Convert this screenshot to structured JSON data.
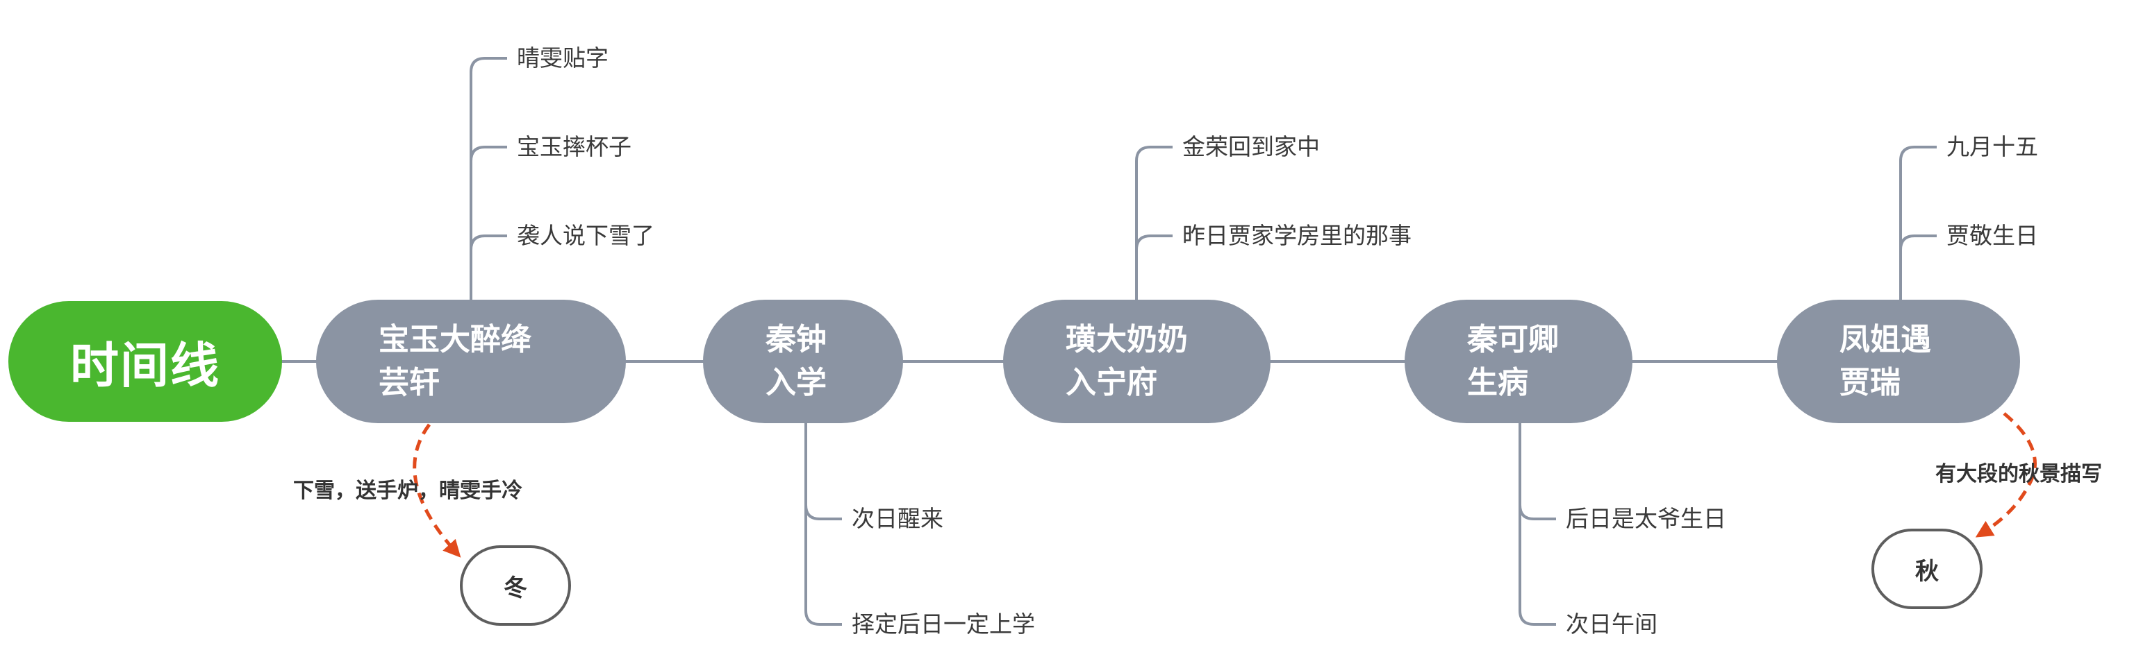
{
  "root": {
    "label": "时间线",
    "color": "#4ab72f"
  },
  "events": [
    {
      "line1": "宝玉大醉绛",
      "line2": "芸轩",
      "details": [
        "晴雯贴字",
        "宝玉摔杯子",
        "袭人说下雪了"
      ]
    },
    {
      "line1": "秦钟",
      "line2": "入学",
      "details": [
        "次日醒来",
        "择定后日一定上学"
      ]
    },
    {
      "line1": "璜大奶奶",
      "line2": "入宁府",
      "details": [
        "金荣回到家中",
        "昨日贾家学房里的那事"
      ]
    },
    {
      "line1": "秦可卿",
      "line2": "生病",
      "details": [
        "后日是太爷生日",
        "次日午间"
      ]
    },
    {
      "line1": "凤姐遇",
      "line2": "贾瑞",
      "details": [
        "九月十五",
        "贾敬生日"
      ]
    }
  ],
  "seasons": [
    {
      "note": "下雪，送手炉，晴雯手冷",
      "label": "冬"
    },
    {
      "note": "有大段的秋景描写",
      "label": "秋"
    }
  ],
  "colors": {
    "node": "#8b94a3",
    "line": "#8b94a3",
    "arrow": "#e14a1c"
  }
}
